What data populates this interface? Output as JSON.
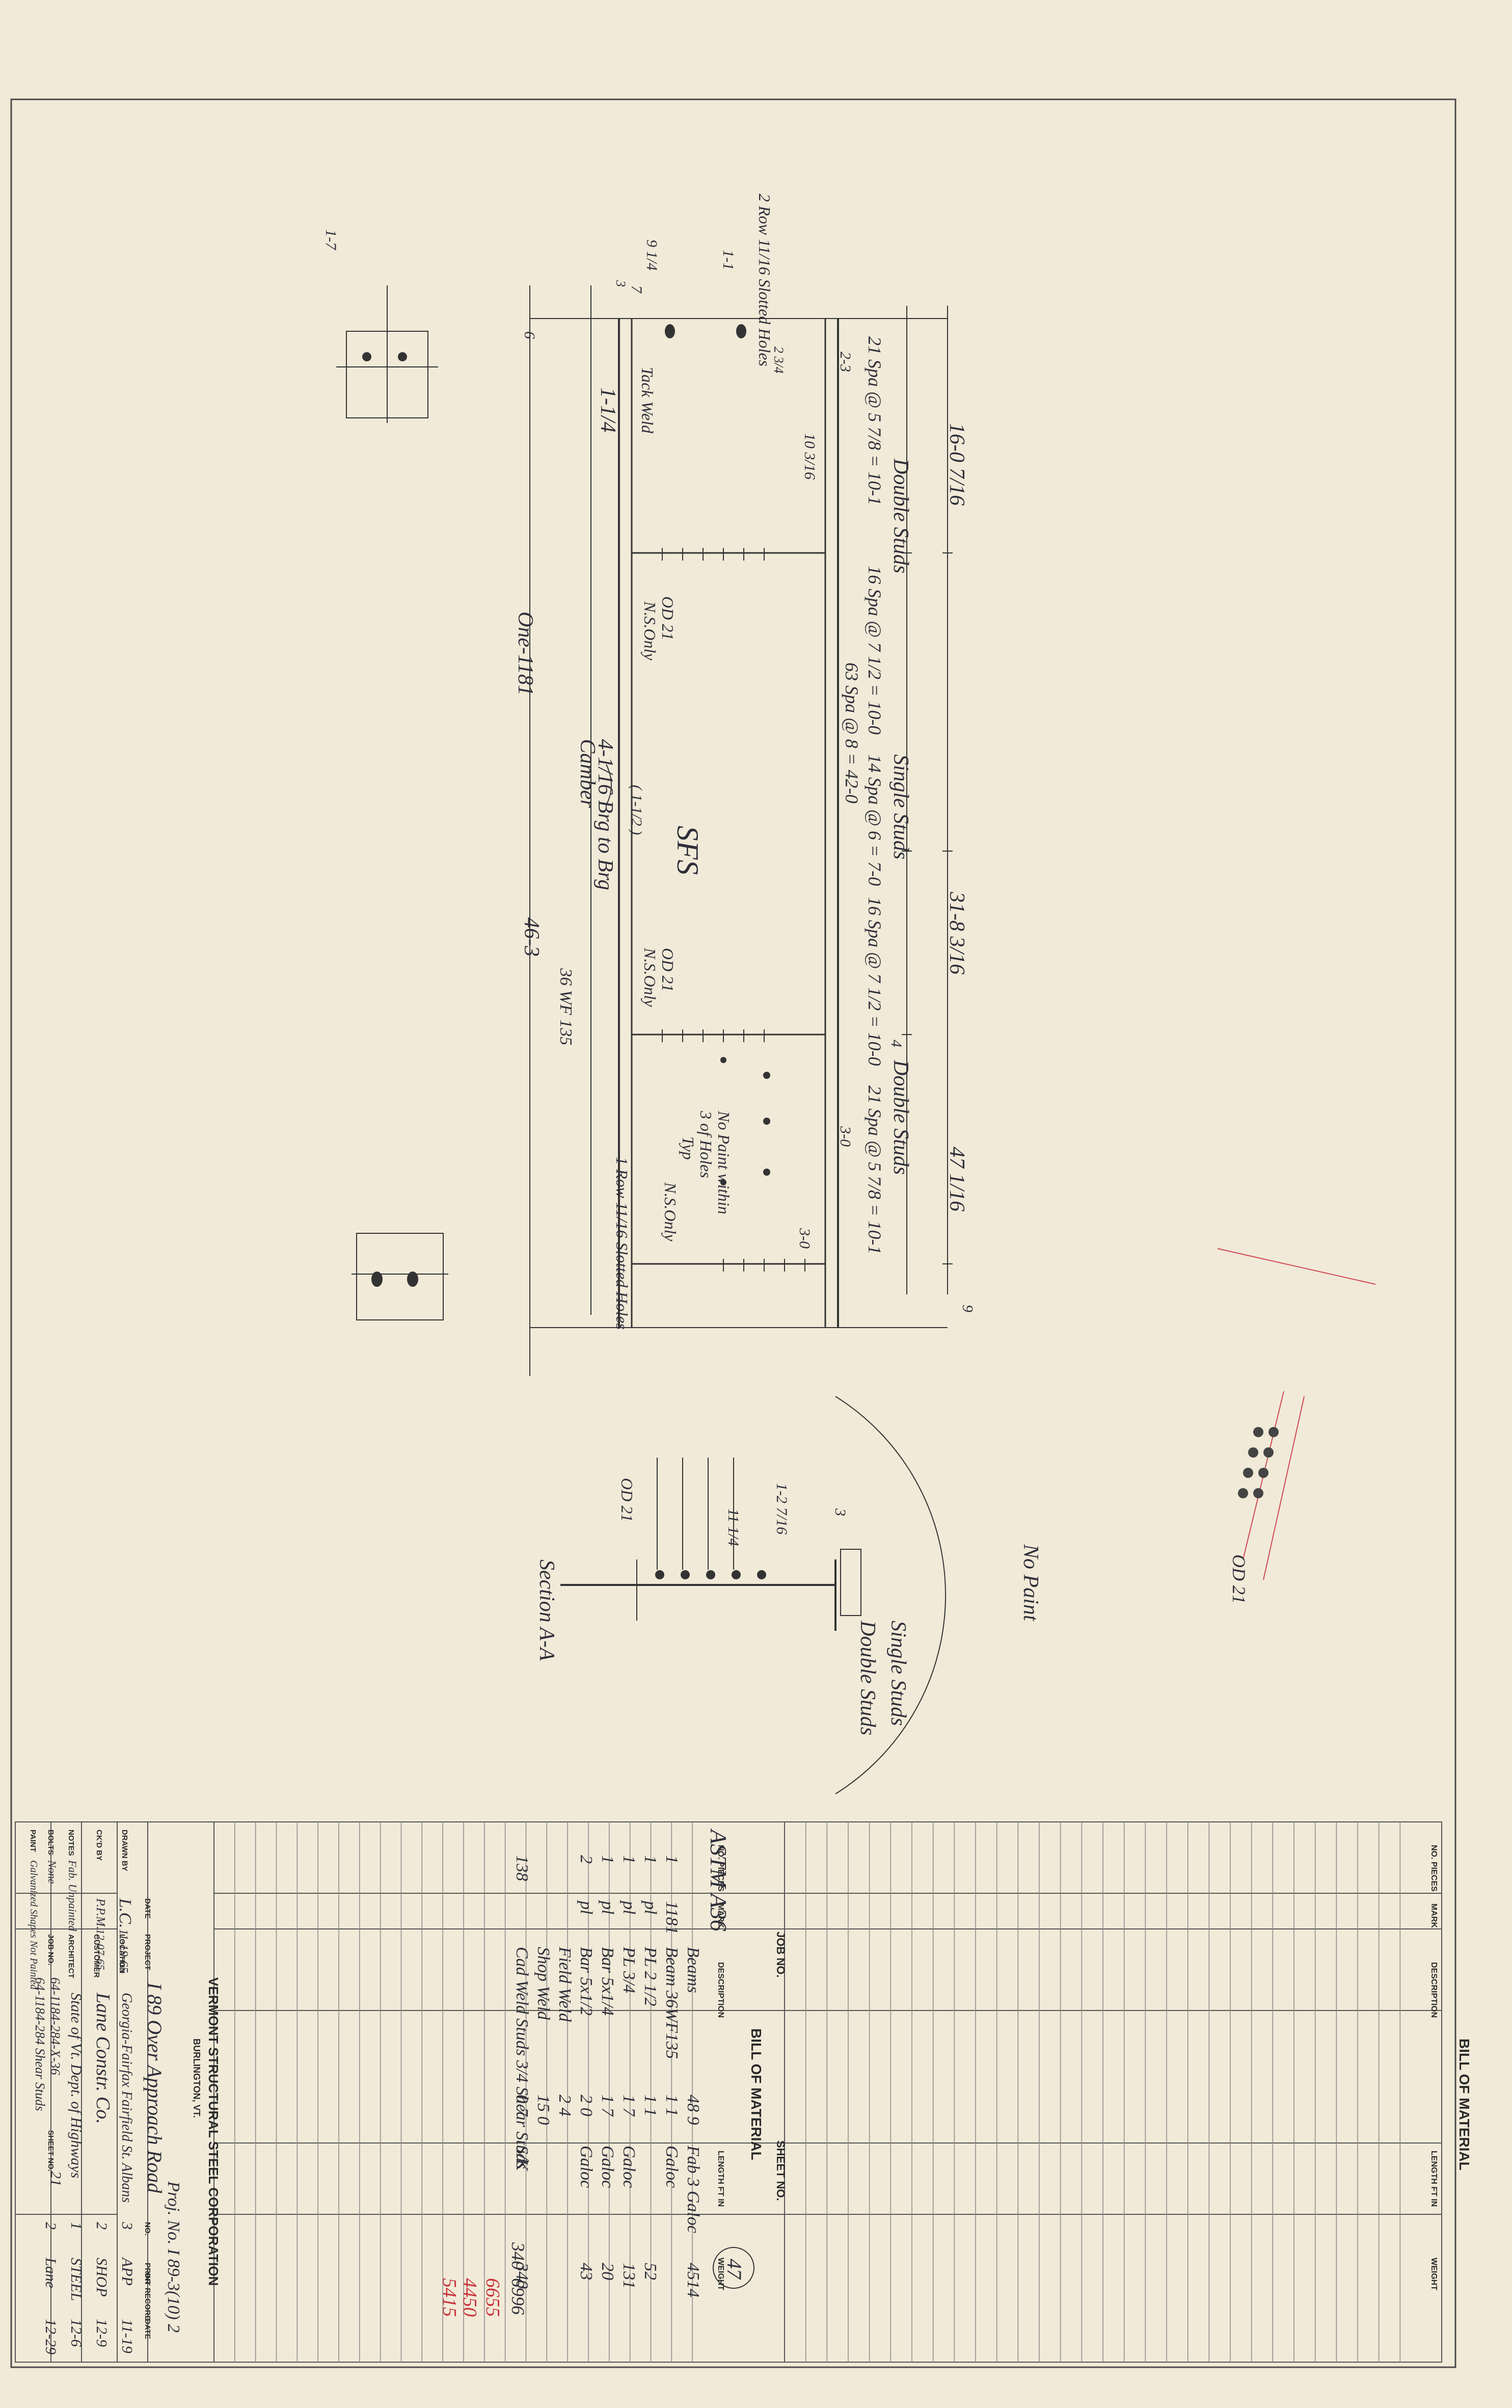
{
  "drawing": {
    "beam_label": "SFS",
    "elevation_title": "One-1181",
    "overall_length": "46-3",
    "camber_note": "Camber",
    "camber_detail": "4-1/16 Brg to Brg",
    "camber_value": "1-1/4",
    "camber_paren": "( 1-1/2 )",
    "member": "36 WF 135",
    "top_dim_1": "16-0 7/16",
    "top_dim_2": "31-8 3/16",
    "top_dim_3": "47 1/16",
    "stud_callout_1": "Double Studs",
    "stud_callout_2": "Single Studs",
    "stud_callout_3": "Double Studs",
    "stud_spacing_1": "21 Spa @ 5 7/8 = 10-1",
    "stud_spacing_2": "16 Spa @ 7 1/2 = 10-0",
    "stud_spacing_3": "14 Spa @ 6 = 7-0",
    "stud_spacing_4": "16 Spa @ 7 1/2 = 10-0",
    "stud_spacing_5": "21 Spa @ 5 7/8 = 10-1",
    "stud_spacing_overall": "63 Spa @ 8 = 42-0",
    "od21_note_1": "OD 21",
    "od21_note_1b": "N.S.Only",
    "od21_note_2": "OD 21",
    "od21_note_2b": "N.S.Only",
    "slotted_holes_1": "2 Row 11/16 Slotted Holes",
    "slotted_holes_2": "1 Row 11/16 Slotted Holes",
    "tack_weld": "Tack Weld",
    "no_paint_note_1": "No Paint within",
    "no_paint_note_2": "3 of Holes",
    "no_paint_note_3": "Typ",
    "no_paint_note_4": "N.S.Only",
    "section_title": "Section A-A",
    "no_paint_arc": "No Paint",
    "single_studs_label": "Single Studs",
    "double_studs_label": "Double Studs",
    "od21_section": "OD 21",
    "od21_detail": "OD 21",
    "small_dims": [
      "1-7",
      "9 1/4",
      "1-1",
      "7",
      "2 3/4",
      "3",
      "10 3/16",
      "2-3",
      "3-0",
      "3-0",
      "4",
      "9",
      "6",
      "1-2 7/16",
      "11 1/4",
      "3"
    ]
  },
  "bill_left": {
    "title": "BILL OF MATERIAL",
    "job_no_label": "JOB NO.",
    "sheet_no_label": "SHEET NO.",
    "headers": [
      "NO. PIECES",
      "MARK",
      "DESCRIPTION",
      "LENGTH FT IN",
      "WEIGHT"
    ],
    "spec": "ASTM A36",
    "sheet_circle": "47",
    "rows": [
      {
        "pieces": "",
        "mark": "",
        "desc": "Beams",
        "len": "48 9",
        "extra": "Fab 3 Galoc",
        "weight": "4514"
      },
      {
        "pieces": "1",
        "mark": "1181",
        "desc": "Beam 36WF135",
        "len": "1 1",
        "extra": "Galoc",
        "weight": ""
      },
      {
        "pieces": "1",
        "mark": "pl",
        "desc": "PL 2 1/2",
        "len": "1 1",
        "extra": "",
        "weight": "52"
      },
      {
        "pieces": "1",
        "mark": "pl",
        "desc": "PL 3/4",
        "len": "1 7",
        "extra": "Galoc",
        "weight": "131"
      },
      {
        "pieces": "1",
        "mark": "pl",
        "desc": "Bar 5x1/4",
        "len": "1 7",
        "extra": "Galoc",
        "weight": "20"
      },
      {
        "pieces": "2",
        "mark": "pl",
        "desc": "Bar 5x1/2",
        "len": "2 0",
        "extra": "Galoc",
        "weight": "43"
      },
      {
        "pieces": "",
        "mark": "",
        "desc": "Field Weld",
        "len": "2 4",
        "extra": "",
        "weight": ""
      },
      {
        "pieces": "",
        "mark": "",
        "desc": "Shop Weld",
        "len": "15 0",
        "extra": "",
        "weight": ""
      },
      {
        "pieces": "138",
        "mark": "",
        "desc": "Cad Weld Studs 3/4 Shear Studs",
        "len": "0 7",
        "extra": "S/K",
        "weight": "340"
      }
    ],
    "totals": [
      "340",
      "6996"
    ],
    "red_totals": [
      "5415",
      "4450",
      "6655"
    ]
  },
  "bill_right": {
    "title": "BILL OF MATERIAL",
    "headers": [
      "NO. PIECES",
      "MARK",
      "DESCRIPTION",
      "LENGTH FT IN",
      "WEIGHT"
    ]
  },
  "title_block": {
    "company": "VERMONT STRUCTURAL STEEL CORPORATION",
    "city": "BURLINGTON, VT.",
    "drawn_by_label": "DRAWN BY",
    "drawn_by": "L.C.",
    "drawn_date": "11-19-65",
    "chkd_by_label": "CK'D BY",
    "chkd_by": "P.P.M.",
    "chkd_date": "12-07-65",
    "date_label": "DATE",
    "project_label": "PROJECT",
    "project": "I 89 Over Approach Road",
    "project_no": "Proj. No. I 89-3(10) 2",
    "location_label": "LOCATION",
    "location": "Georgia-Fairfax Fairfield St. Albans",
    "customer_label": "CUSTOMER",
    "customer": "Lane Constr. Co.",
    "architect_label": "ARCHITECT",
    "architect": "State of Vt. Dept. of Highways",
    "job_no_label": "JOB NO.",
    "job_no": "64-1184-284-X-36",
    "sheet_no_label": "SHEET NO.",
    "sheet_no": "21",
    "job_note": "64-1184-284 Shear Studs",
    "notes_label": "NOTES",
    "notes": "Fab. Unpainted",
    "bolts_label": "BOLTS",
    "bolts": "None",
    "paint_label": "PAINT",
    "paint": "Galvanized Shapes Not Painted",
    "print_record_label": "PRINT RECORD",
    "no_label": "NO.",
    "for_label": "FOR",
    "date2_label": "DATE",
    "print_records": [
      {
        "no": "3",
        "for": "APP",
        "date": "11-19"
      },
      {
        "no": "2",
        "for": "SHOP",
        "date": "12-9"
      },
      {
        "no": "1",
        "for": "STEEL",
        "date": "12-6"
      },
      {
        "no": "2",
        "for": "Lane",
        "date": "12-29"
      }
    ]
  }
}
